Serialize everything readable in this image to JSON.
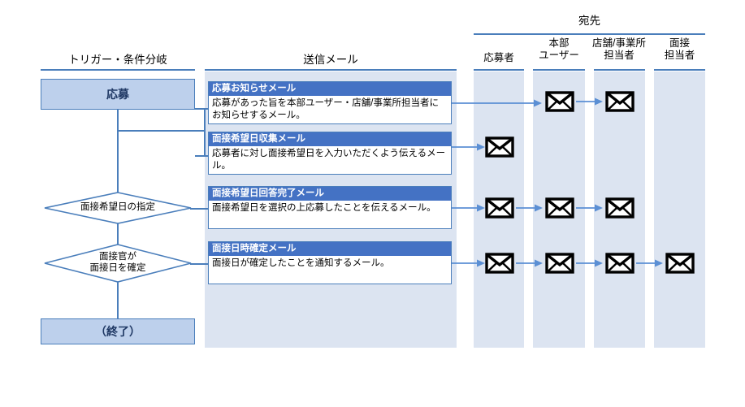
{
  "diagram": {
    "title_destination": "宛先",
    "sections": [
      {
        "id": "trigger",
        "label": "トリガー・条件分岐"
      },
      {
        "id": "mails",
        "label": "送信メール"
      }
    ],
    "flow": {
      "start_label": "応募",
      "end_label": "（終了）",
      "decisions": [
        {
          "id": "interview-date-spec",
          "label": "面接希望日の指定"
        },
        {
          "id": "interviewer-fix",
          "label": "面接官が\n面接日を確定"
        }
      ]
    },
    "mails": [
      {
        "id": "apply-notice",
        "title": "応募お知らせメール",
        "body": "応募があった旨を本部ユーザー・店舗/事業所担当者にお知らせするメール。"
      },
      {
        "id": "interview-date-collect",
        "title": "面接希望日収集メール",
        "body": "応募者に対し面接希望日を入力いただくよう伝えるメール。"
      },
      {
        "id": "interview-date-answered",
        "title": "面接希望日回答完了メール",
        "body": "面接希望日を選択の上応募したことを伝えるメール。"
      },
      {
        "id": "interview-datetime-fixed",
        "title": "面接日時確定メール",
        "body": "面接日が確定したことを通知するメール。"
      }
    ],
    "recipients": [
      {
        "id": "applicant",
        "label": "応募者"
      },
      {
        "id": "hq-user",
        "label": "本部\nユーザー"
      },
      {
        "id": "store-staff",
        "label": "店舗/事業所\n担当者"
      },
      {
        "id": "interviewer",
        "label": "面接\n担当者"
      }
    ],
    "matrix": [
      {
        "mail": "apply-notice",
        "recipients": [
          "hq-user",
          "store-staff"
        ]
      },
      {
        "mail": "interview-date-collect",
        "recipients": [
          "applicant"
        ]
      },
      {
        "mail": "interview-date-answered",
        "recipients": [
          "applicant",
          "hq-user",
          "store-staff"
        ]
      },
      {
        "mail": "interview-datetime-fixed",
        "recipients": [
          "applicant",
          "hq-user",
          "store-staff",
          "interviewer"
        ]
      }
    ],
    "icons": {
      "envelope": "envelope-icon",
      "arrow": "arrow-right-icon"
    },
    "colors": {
      "accent_line": "#4A7EBB",
      "header_fill": "#4472C4",
      "band_fill": "#DCE4F1",
      "box_fill": "#BDD0EC",
      "box_text": "#1F3864",
      "envelope_stroke": "#000000",
      "arrow": "#5B8FD4"
    }
  }
}
